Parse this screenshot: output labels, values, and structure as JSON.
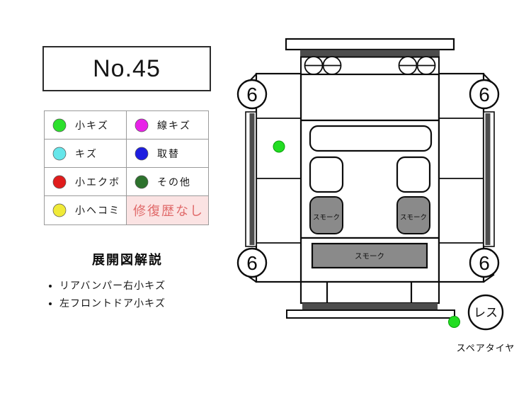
{
  "header": {
    "number_label": "No.45"
  },
  "legend": {
    "items": [
      {
        "label": "小キズ",
        "color": "#2ce02c"
      },
      {
        "label": "線キズ",
        "color": "#e822e8"
      },
      {
        "label": "キズ",
        "color": "#66e6ea"
      },
      {
        "label": "取替",
        "color": "#1e1ee0"
      },
      {
        "label": "小エクボ",
        "color": "#e01c1c"
      },
      {
        "label": "その他",
        "color": "#2d722d"
      },
      {
        "label": "小ヘコミ",
        "color": "#f0ea38"
      }
    ],
    "repair_history": {
      "label": "修復歴なし",
      "text_color": "#e06a6a",
      "bg_color": "#fbe3e3"
    }
  },
  "explanation": {
    "title": "展開図解説",
    "items": [
      "リアバンパー右小キズ",
      "左フロントドア小キズ"
    ]
  },
  "diagram": {
    "colors": {
      "marker": "#22dd22",
      "smoke": "#8a8a8a",
      "seam": "#4d4d4d"
    },
    "tire_marks": {
      "front_left": "6",
      "front_right": "6",
      "rear_left": "6",
      "rear_right": "6"
    },
    "windows": {
      "rear_left_label": "スモーク",
      "rear_right_label": "スモーク",
      "rear_label": "スモーク"
    },
    "spare_tire": {
      "badge": "レス",
      "label": "スペアタイヤ"
    }
  }
}
